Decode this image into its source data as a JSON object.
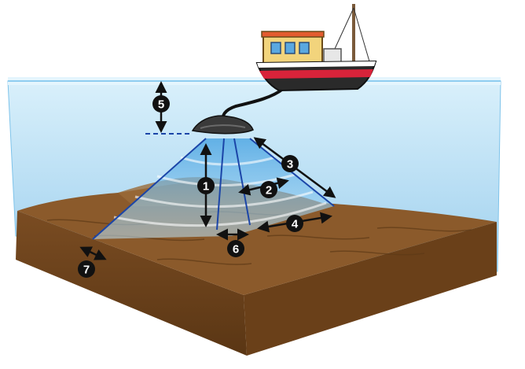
{
  "diagram": {
    "markers": [
      {
        "id": "1",
        "label": "1"
      },
      {
        "id": "2",
        "label": "2"
      },
      {
        "id": "3",
        "label": "3"
      },
      {
        "id": "4",
        "label": "4"
      },
      {
        "id": "5",
        "label": "5"
      },
      {
        "id": "6",
        "label": "6"
      },
      {
        "id": "7",
        "label": "7"
      }
    ],
    "colors": {
      "water_top": "#cfe9f8",
      "water_body": "#a9d5f0",
      "water_edge": "#7ec3ea",
      "seabed_top": "#8a5a2b",
      "seabed_side": "#6b421d",
      "seabed_dark": "#4e2e12",
      "beam": "#5fb5e8",
      "beam_line": "#1b45a8",
      "boat_hull_red": "#d8233a",
      "boat_hull_dark": "#2b2b2b",
      "boat_cabin": "#f1d27a",
      "marker_fill": "#111111"
    },
    "icons": [
      "boat-icon",
      "transducer-icon"
    ]
  }
}
